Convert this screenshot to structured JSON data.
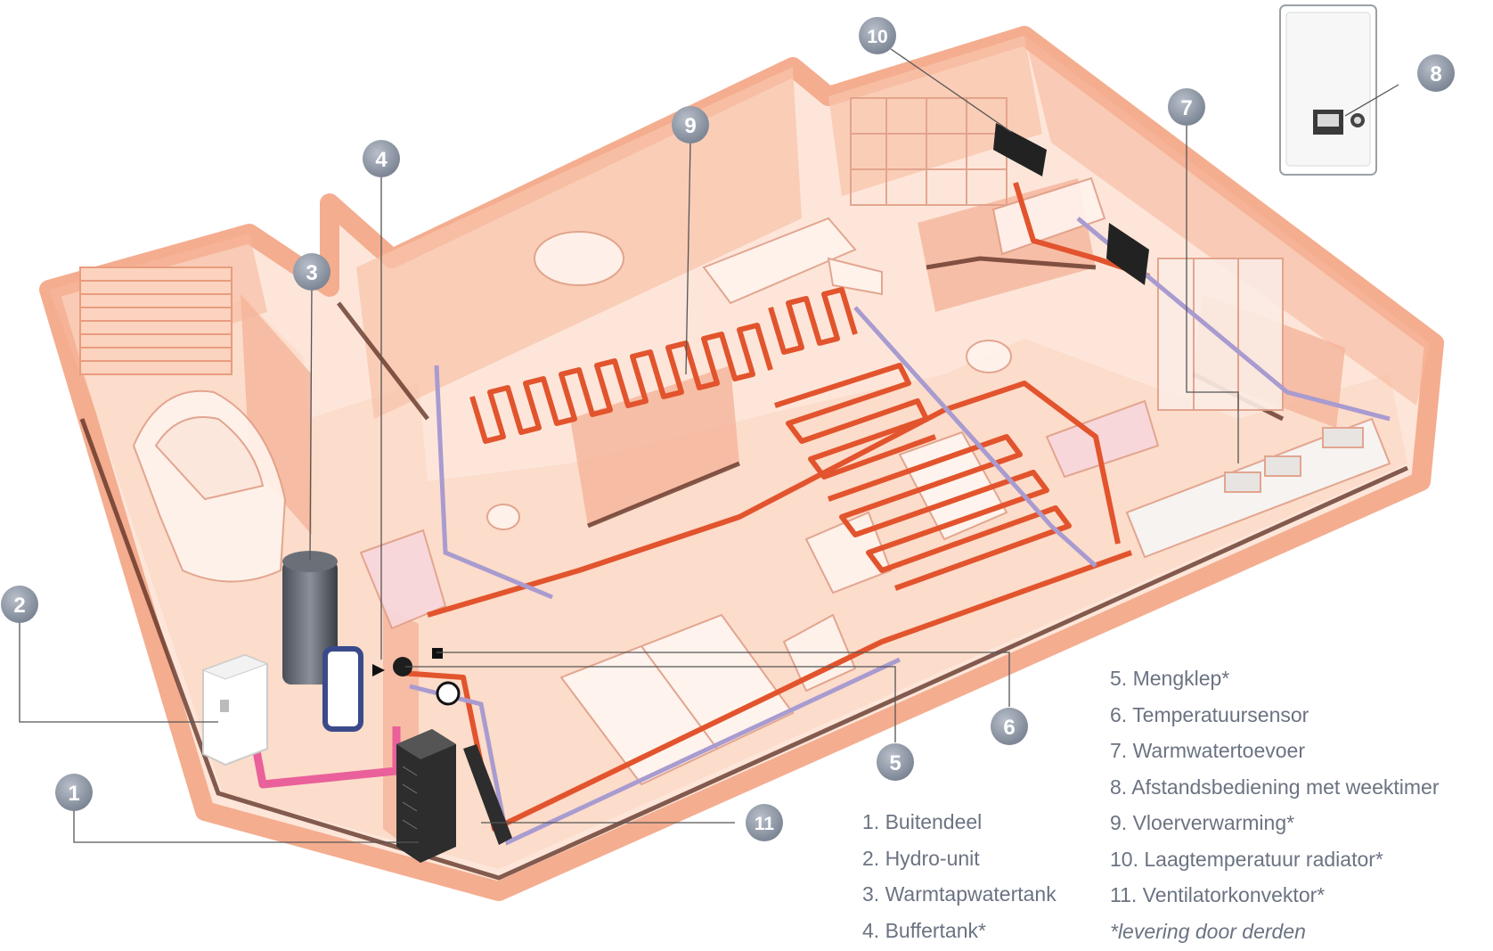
{
  "callouts": [
    "1",
    "2",
    "3",
    "4",
    "5",
    "6",
    "7",
    "8",
    "9",
    "10",
    "11"
  ],
  "legend": {
    "left": [
      "1. Buitendeel",
      "2. Hydro-unit",
      "3. Warmtapwatertank",
      "4. Buffertank*"
    ],
    "right": [
      "5. Mengklep*",
      "6. Temperatuursensor",
      "7. Warmwatertoevoer",
      "8. Afstandsbediening met weektimer",
      "9. Vloerverwarming*",
      "10. Laagtemperatuur radiator*",
      "11. Ventilatorkonvektor*"
    ],
    "footnote": "*levering door derden"
  },
  "colors": {
    "wall": "#f4ad8f",
    "wall_top": "#f7c0a6",
    "floor": "#fde6d9",
    "heating_pipe": "#e2542d",
    "return_pipe": "#a89bd0",
    "hot_water_pipe": "#e9609a",
    "badge": "#8e96a3",
    "label_text": "#6b7382"
  }
}
